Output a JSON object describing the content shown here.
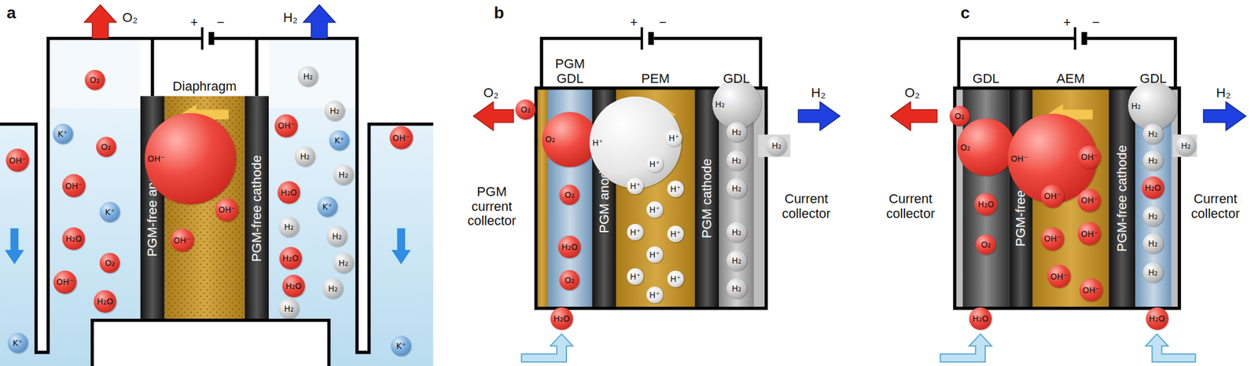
{
  "diagram": {
    "nodes": [
      {
        "text": [
          "PGM-free anode"
        ]
      },
      {
        "text": [
          "Diaphragm"
        ]
      },
      {
        "text": [
          "PGM-free cathode"
        ]
      },
      {
        "text": [
          "O₂"
        ]
      },
      {
        "text": [
          "K⁺"
        ]
      },
      {
        "text": [
          "O₂"
        ]
      },
      {
        "text": [
          "OH⁻"
        ]
      },
      {
        "text": [
          "OH⁻"
        ]
      },
      {
        "text": [
          "K⁺"
        ]
      },
      {
        "text": [
          "H₂O"
        ]
      },
      {
        "text": [
          "O₂"
        ]
      },
      {
        "text": [
          "OH⁻"
        ]
      },
      {
        "text": [
          "H₂O"
        ]
      },
      {
        "text": [
          "K⁺"
        ]
      },
      {
        "text": [
          "OH⁻"
        ],
        "in": 1
      },
      {
        "text": [
          "OH⁻"
        ],
        "in": 1
      },
      {
        "text": [
          "OH⁻"
        ],
        "in": 1
      },
      {
        "text": [
          "H₂"
        ]
      },
      {
        "text": [
          "H₂"
        ]
      },
      {
        "text": [
          "OH⁻"
        ]
      },
      {
        "text": [
          "K⁺"
        ]
      },
      {
        "text": [
          "H₂"
        ]
      },
      {
        "text": [
          "H₂"
        ]
      },
      {
        "text": [
          "H₂O"
        ]
      },
      {
        "text": [
          "K⁺"
        ]
      },
      {
        "text": [
          "H₂"
        ]
      },
      {
        "text": [
          "H₂"
        ]
      },
      {
        "text": [
          "H₂O"
        ]
      },
      {
        "text": [
          "H₂"
        ]
      },
      {
        "text": [
          "H₂O"
        ]
      },
      {
        "text": [
          "H₂"
        ]
      },
      {
        "text": [
          "H₂"
        ]
      },
      {
        "text": [
          "OH⁻"
        ]
      },
      {
        "text": [
          "K⁺"
        ]
      },
      {
        "text": [
          "PGM GDL"
        ]
      },
      {
        "text": [
          "PGM anode"
        ]
      },
      {
        "text": [
          "PEM"
        ]
      },
      {
        "text": [
          "PGM cathode"
        ]
      },
      {
        "text": [
          "GDL"
        ]
      },
      {
        "text": [
          "O₂"
        ]
      },
      {
        "text": [
          "O₂"
        ],
        "in": 34
      },
      {
        "text": [
          "O₂"
        ],
        "in": 34
      },
      {
        "text": [
          "H₂O"
        ],
        "in": 34
      },
      {
        "text": [
          "O₂"
        ],
        "in": 34
      },
      {
        "text": [
          "H₂O"
        ]
      },
      {
        "text": [
          "H⁺"
        ],
        "in": 36
      },
      {
        "text": [
          "H⁺"
        ],
        "in": 36
      },
      {
        "text": [
          "H⁺"
        ],
        "in": 36
      },
      {
        "text": [
          "H⁺"
        ],
        "in": 36
      },
      {
        "text": [
          "H⁺"
        ],
        "in": 36
      },
      {
        "text": [
          "H⁺"
        ],
        "in": 36
      },
      {
        "text": [
          "H⁺"
        ],
        "in": 36
      },
      {
        "text": [
          "H⁺"
        ],
        "in": 36
      },
      {
        "text": [
          "H⁺"
        ],
        "in": 36
      },
      {
        "text": [
          "H⁺"
        ],
        "in": 36
      },
      {
        "text": [
          "H⁺"
        ],
        "in": 36
      },
      {
        "text": [
          "H⁺"
        ],
        "in": 36
      },
      {
        "text": [
          "H₂"
        ],
        "in": 38
      },
      {
        "text": [
          "H₂"
        ],
        "in": 38
      },
      {
        "text": [
          "H₂"
        ],
        "in": 38
      },
      {
        "text": [
          "H₂"
        ],
        "in": 38
      },
      {
        "text": [
          "H₂"
        ],
        "in": 38
      },
      {
        "text": [
          "H₂"
        ],
        "in": 38
      },
      {
        "text": [
          "H₂"
        ],
        "in": 38
      },
      {
        "text": [
          "H₂"
        ]
      },
      {
        "text": [
          "GDL"
        ]
      },
      {
        "text": [
          "PGM-free anode"
        ]
      },
      {
        "text": [
          "AEM"
        ]
      },
      {
        "text": [
          "PGM-free cathode"
        ]
      },
      {
        "text": [
          "GDL"
        ]
      },
      {
        "text": [
          "O₂"
        ]
      },
      {
        "text": [
          "O₂"
        ],
        "in": 65
      },
      {
        "text": [
          "H₂O"
        ],
        "in": 65
      },
      {
        "text": [
          "O₂"
        ],
        "in": 65
      },
      {
        "text": [
          "H₂O"
        ]
      },
      {
        "text": [
          "OH⁻"
        ],
        "in": 67
      },
      {
        "text": [
          "OH⁻"
        ],
        "in": 67
      },
      {
        "text": [
          "OH⁻"
        ],
        "in": 67
      },
      {
        "text": [
          "OH⁻"
        ],
        "in": 67
      },
      {
        "text": [
          "OH⁻"
        ],
        "in": 67
      },
      {
        "text": [
          "OH⁻"
        ],
        "in": 67
      },
      {
        "text": [
          "OH⁻"
        ],
        "in": 67
      },
      {
        "text": [
          "OH⁻"
        ],
        "in": 67
      },
      {
        "text": [
          "H₂"
        ],
        "in": 69
      },
      {
        "text": [
          "H₂"
        ],
        "in": 69
      },
      {
        "text": [
          "H₂"
        ],
        "in": 69
      },
      {
        "text": [
          "H₂O"
        ],
        "in": 69
      },
      {
        "text": [
          "H₂"
        ],
        "in": 69
      },
      {
        "text": [
          "H₂"
        ],
        "in": 69
      },
      {
        "text": [
          "H₂"
        ],
        "in": 69
      },
      {
        "text": [
          "H₂O"
        ]
      },
      {
        "text": [
          "H₂"
        ]
      }
    ],
    "labels": [
      "a",
      "O₂",
      "+",
      "−",
      "H₂",
      "b",
      "+",
      "−",
      "O₂",
      "H₂",
      "PGM current collector",
      "Current collector",
      "c",
      "+",
      "−",
      "O₂",
      "H₂",
      "Current collector",
      "Current collector"
    ]
  }
}
